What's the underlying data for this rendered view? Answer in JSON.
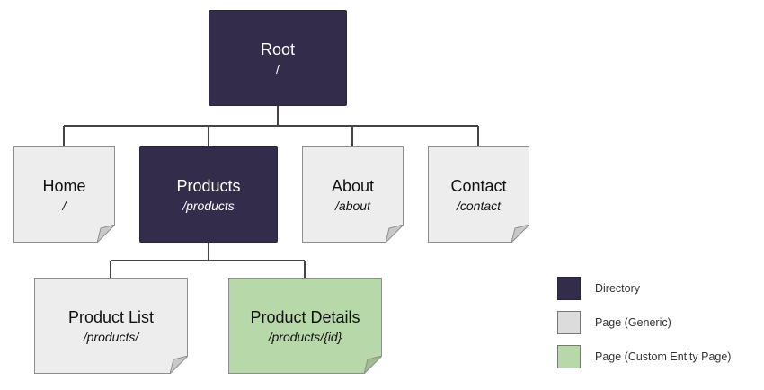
{
  "colors": {
    "directory": "#332c4a",
    "page_generic": "#ededed",
    "page_custom": "#b7d8a8",
    "connector": "#444444"
  },
  "nodes": {
    "root": {
      "title": "Root",
      "path": "/",
      "kind": "directory"
    },
    "home": {
      "title": "Home",
      "path": "/",
      "kind": "page-generic"
    },
    "products": {
      "title": "Products",
      "path": "/products",
      "kind": "directory"
    },
    "about": {
      "title": "About",
      "path": "/about",
      "kind": "page-generic"
    },
    "contact": {
      "title": "Contact",
      "path": "/contact",
      "kind": "page-generic"
    },
    "product_list": {
      "title": "Product List",
      "path": "/products/",
      "kind": "page-generic"
    },
    "product_details": {
      "title": "Product Details",
      "path": "/products/{id}",
      "kind": "page-custom"
    }
  },
  "edges": [
    [
      "root",
      "home"
    ],
    [
      "root",
      "products"
    ],
    [
      "root",
      "about"
    ],
    [
      "root",
      "contact"
    ],
    [
      "products",
      "product_list"
    ],
    [
      "products",
      "product_details"
    ]
  ],
  "legend": {
    "directory": "Directory",
    "page_generic": "Page (Generic)",
    "page_custom": "Page (Custom Entity Page)"
  }
}
